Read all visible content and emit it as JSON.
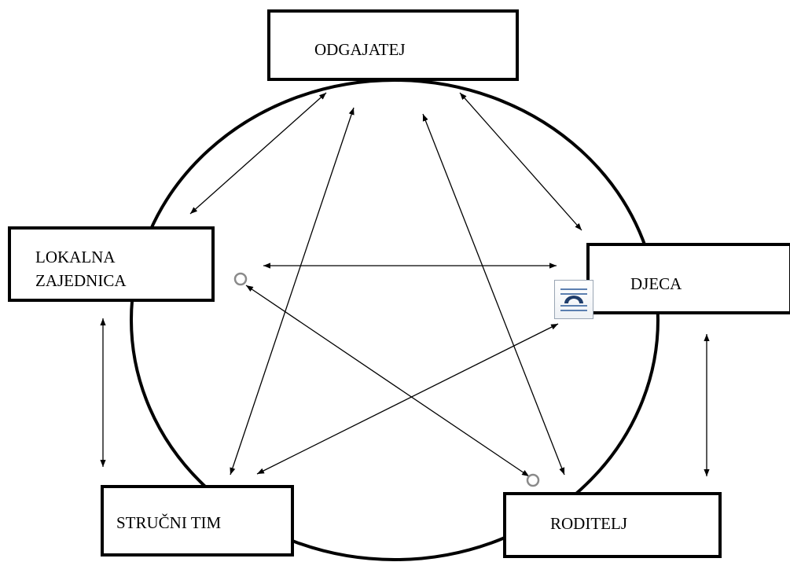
{
  "diagram": {
    "nodes": [
      {
        "id": "odgajatej",
        "label": "ODGAJATEJ"
      },
      {
        "id": "lokalna",
        "label": "LOKALNA\nZAJEDNICA"
      },
      {
        "id": "djeca",
        "label": "DJECA"
      },
      {
        "id": "strucni",
        "label": "STRUČNI TIM"
      },
      {
        "id": "roditelj",
        "label": "RODITELJ"
      }
    ],
    "edges": [
      {
        "from": "odgajatej",
        "to": "lokalna",
        "direction": "both"
      },
      {
        "from": "odgajatej",
        "to": "djeca",
        "direction": "both"
      },
      {
        "from": "odgajatej",
        "to": "strucni",
        "direction": "both"
      },
      {
        "from": "odgajatej",
        "to": "roditelj",
        "direction": "both"
      },
      {
        "from": "lokalna",
        "to": "djeca",
        "direction": "both"
      },
      {
        "from": "lokalna",
        "to": "roditelj",
        "direction": "both"
      },
      {
        "from": "lokalna",
        "to": "strucni",
        "direction": "both"
      },
      {
        "from": "djeca",
        "to": "strucni",
        "direction": "both"
      },
      {
        "from": "djeca",
        "to": "roditelj",
        "direction": "both"
      }
    ],
    "connecting_shape": "circle",
    "icons": [
      "layout-options-icon",
      "connector-handle-icon"
    ]
  }
}
